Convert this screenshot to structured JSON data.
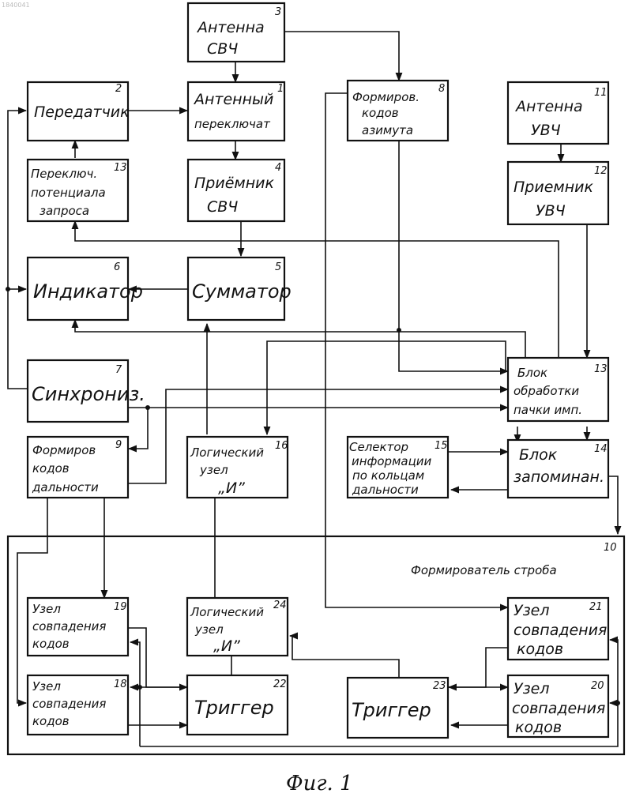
{
  "corner_mark": "1840041",
  "figure_caption": "Фиг. 1",
  "outer_block": {
    "number": "10",
    "label": "Формирователь строба"
  },
  "blocks": {
    "b3": {
      "number": "3",
      "lines": [
        "Антенна",
        "СВЧ"
      ]
    },
    "b2": {
      "number": "2",
      "lines": [
        "Передатчик"
      ]
    },
    "b1": {
      "number": "1",
      "lines": [
        "Антенный",
        "переключат"
      ]
    },
    "b8": {
      "number": "8",
      "lines": [
        "Формиров.",
        "кодов",
        "азимута"
      ]
    },
    "b11": {
      "number": "11",
      "lines": [
        "Антенна",
        "УВЧ"
      ]
    },
    "b13a": {
      "number": "13",
      "lines": [
        "Переключ.",
        "потенциала",
        "запроса"
      ]
    },
    "b4": {
      "number": "4",
      "lines": [
        "Приёмник",
        "СВЧ"
      ]
    },
    "b12": {
      "number": "12",
      "lines": [
        "Приемник",
        "УВЧ"
      ]
    },
    "b6": {
      "number": "6",
      "lines": [
        "Индикатор"
      ]
    },
    "b5": {
      "number": "5",
      "lines": [
        "Сумматор"
      ]
    },
    "b7": {
      "number": "7",
      "lines": [
        "Синхрониз."
      ]
    },
    "b13b": {
      "number": "13",
      "lines": [
        "Блок",
        "обработки",
        "пачки имп."
      ]
    },
    "b9": {
      "number": "9",
      "lines": [
        "Формиров",
        "кодов",
        "дальности"
      ]
    },
    "b16": {
      "number": "16",
      "lines": [
        "Логический",
        "узел",
        "„И”"
      ]
    },
    "b15": {
      "number": "15",
      "lines": [
        "Селектор",
        "информации",
        "по кольцам",
        "дальности"
      ]
    },
    "b14": {
      "number": "14",
      "lines": [
        "Блок",
        "запоминан."
      ]
    },
    "b19": {
      "number": "19",
      "lines": [
        "Узел",
        "совпадения",
        "кодов"
      ]
    },
    "b24": {
      "number": "24",
      "lines": [
        "Логический",
        "узел",
        "„И”"
      ]
    },
    "b21": {
      "number": "21",
      "lines": [
        "Узел",
        "совпадения",
        "кодов"
      ]
    },
    "b18": {
      "number": "18",
      "lines": [
        "Узел",
        "совпадения",
        "кодов"
      ]
    },
    "b22": {
      "number": "22",
      "lines": [
        "Триггер"
      ]
    },
    "b23": {
      "number": "23",
      "lines": [
        "Триггер"
      ]
    },
    "b20": {
      "number": "20",
      "lines": [
        "Узел",
        "совпадения",
        "кодов"
      ]
    }
  }
}
